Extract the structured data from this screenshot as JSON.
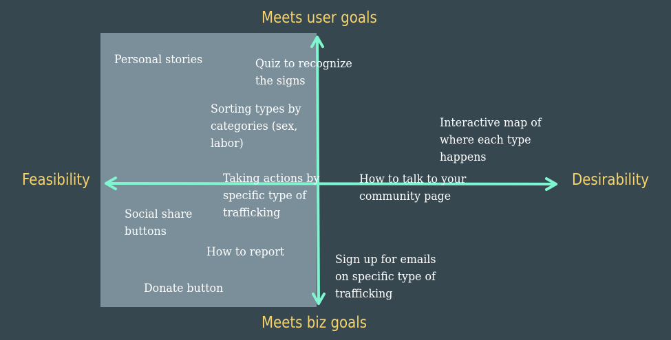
{
  "axes": {
    "top": "Meets user goals",
    "bottom": "Meets biz goals",
    "left": "Feasibility",
    "right": "Desirability"
  },
  "colors": {
    "background": "#37474f",
    "quadrant_fill": "#7b8f9a",
    "axis_arrow": "#7ff5d0",
    "axis_label": "#f6d36b",
    "idea_text": "#ffffff"
  },
  "ideas": [
    {
      "lines": [
        "Personal stories"
      ]
    },
    {
      "lines": [
        "Quiz to recognize",
        "the signs"
      ]
    },
    {
      "lines": [
        "Sorting types by",
        "categories (sex,",
        "labor)"
      ]
    },
    {
      "lines": [
        "Interactive map of",
        "where each type",
        "happens"
      ]
    },
    {
      "lines": [
        "Taking actions by",
        "specific type of",
        "trafficking"
      ]
    },
    {
      "lines": [
        "How to talk to your",
        "community page"
      ]
    },
    {
      "lines": [
        "Social share",
        "buttons"
      ]
    },
    {
      "lines": [
        "How to report"
      ]
    },
    {
      "lines": [
        "Sign up for emails",
        "on specific type of",
        "trafficking"
      ]
    },
    {
      "lines": [
        "Donate button"
      ]
    }
  ]
}
